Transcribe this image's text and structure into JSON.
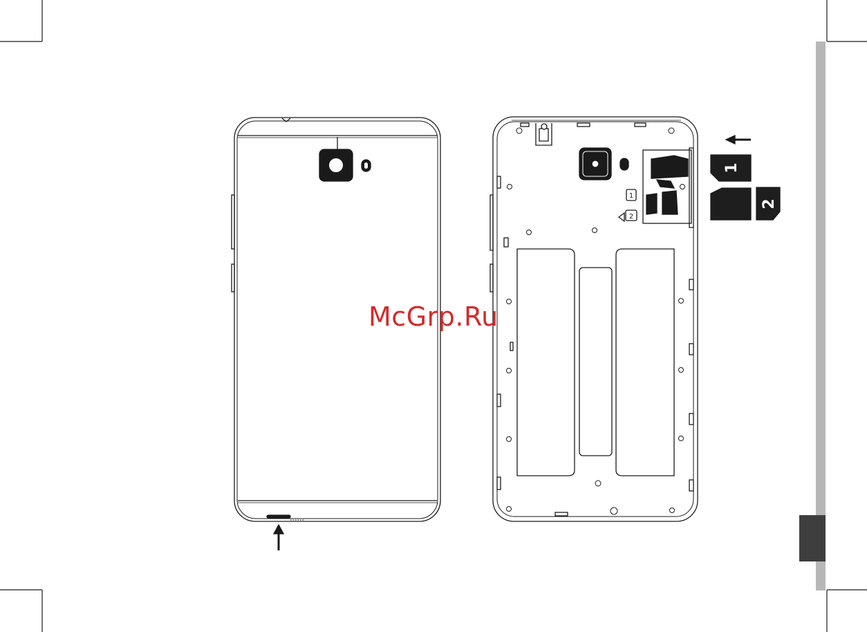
{
  "watermark": {
    "text": "McGrp.Ru",
    "color": "#d42a2a"
  },
  "sim_cards": [
    {
      "label": "1"
    },
    {
      "label": "2"
    }
  ],
  "slot_markers": [
    {
      "label": "1"
    },
    {
      "label": "2"
    }
  ],
  "colors": {
    "line": "#1a1a1a",
    "side_bar": "#b7b7b7",
    "side_tab": "#3e3e3e",
    "card_fill": "#1e1e1e"
  }
}
